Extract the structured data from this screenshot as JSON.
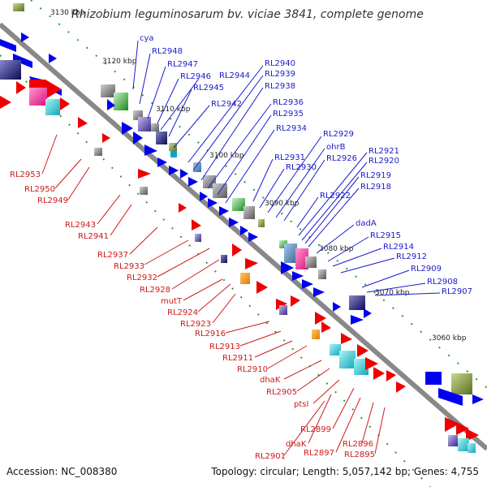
{
  "title": "Rhizobium leguminosarum bv. viciae 3841, complete genome",
  "footer": {
    "accession": "Accession: NC_008380",
    "topology": "Topology: circular; Length: 5,057,142 bp; Genes: 4,755"
  },
  "colors": {
    "forward": "#0000ee",
    "reverse": "#ee0000",
    "forward_label": "#1a1acc",
    "reverse_label": "#cc1a1a",
    "backbone": "#888888",
    "tick": "#2a9d2a"
  },
  "kbp_ticks": [
    "3130 kbp",
    "3120 kbp",
    "3110 kbp",
    "3100 kbp",
    "3090 kbp",
    "3080 kbp",
    "3070 kbp",
    "3060 kbp"
  ],
  "forward_labels": [
    "cya",
    "RL2948",
    "RL2947",
    "RL2946",
    "RL2944",
    "RL2945",
    "RL2942",
    "RL2940",
    "RL2939",
    "RL2938",
    "RL2936",
    "RL2935",
    "RL2934",
    "RL2929",
    "ohrB",
    "RL2926",
    "RL2931",
    "RL2930",
    "RL2921",
    "RL2920",
    "RL2919",
    "RL2918",
    "RL2922",
    "dadA",
    "RL2915",
    "RL2914",
    "RL2912",
    "RL2909",
    "RL2908",
    "RL2907"
  ],
  "reverse_labels": [
    "RL2953",
    "RL2950",
    "RL2949",
    "RL2943",
    "RL2941",
    "RL2937",
    "RL2933",
    "RL2932",
    "RL2928",
    "mutT",
    "RL2924",
    "RL2923",
    "RL2916",
    "RL2913",
    "RL2911",
    "RL2910",
    "dhaK",
    "RL2905",
    "ptsI",
    "RL2899",
    "dhaK",
    "RL2897",
    "RL2896",
    "RL2895",
    "RL2901"
  ]
}
